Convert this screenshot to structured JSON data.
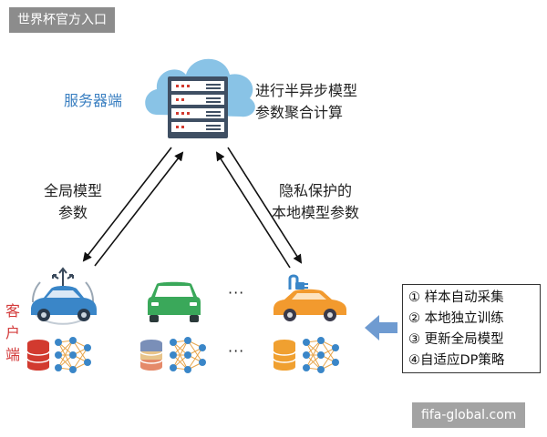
{
  "badge": "世界杯官方入口",
  "watermark": "fifa-global.com",
  "server": {
    "label": "服务器端",
    "compute_text": [
      "进行半异步模型",
      "参数聚合计算"
    ]
  },
  "edges": {
    "left_label": [
      "全局模型",
      "参数"
    ],
    "right_label": [
      "隐私保护的",
      "本地模型参数"
    ]
  },
  "client": {
    "label_chars": [
      "客",
      "户",
      "端"
    ],
    "dots": "···"
  },
  "steps": [
    "① 样本自动采集",
    "② 本地独立训练",
    "③ 更新全局模型",
    "④自适应DP策略"
  ],
  "colors": {
    "cloud": "#89c3e6",
    "server_body": "#3f4f63",
    "car_blue": "#3a86c8",
    "car_green": "#3aa85a",
    "car_orange": "#f29a2e",
    "db_red": "#d23a2f",
    "db_multi": "#e8c48a",
    "db_orange": "#f0a030",
    "network": "#3a86c8",
    "arrow_blue": "#6f9bd1",
    "client_label": "#d33a3a",
    "server_label": "#3a7fc1"
  }
}
